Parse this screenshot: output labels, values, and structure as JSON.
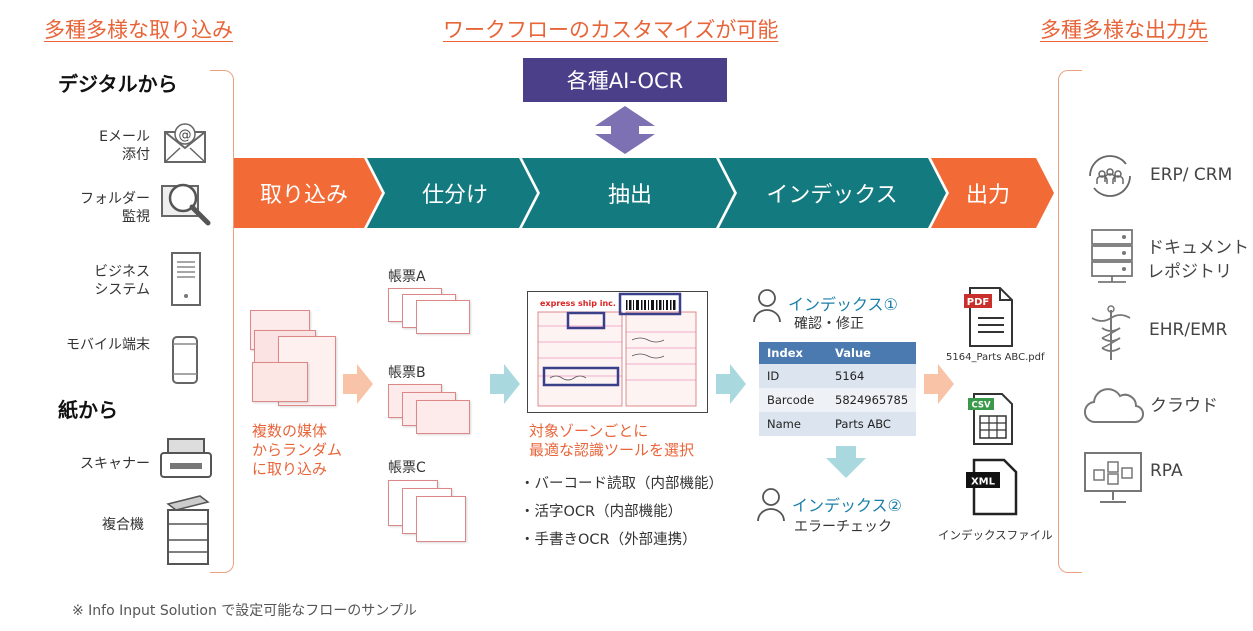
{
  "titles": {
    "input": "多種多様な取り込み",
    "workflow": "ワークフローのカスタマイズが可能",
    "output": "多種多様な出力先"
  },
  "ocr_box": "各種AI-OCR",
  "band": {
    "steps": [
      "取り込み",
      "仕分け",
      "抽出",
      "インデックス",
      "出力"
    ],
    "colors": {
      "orange": "#f26a35",
      "teal": "#137a7f",
      "purple": "#4b3f8a",
      "light_arrow_orange": "#f9c3a8",
      "light_arrow_teal": "#a9d8df"
    }
  },
  "sources": {
    "digital_heading": "デジタルから",
    "digital_items": [
      {
        "label": "Eメール\n添付",
        "icon": "email-icon"
      },
      {
        "label": "フォルダー\n監視",
        "icon": "folder-search-icon"
      },
      {
        "label": "ビジネス\nシステム",
        "icon": "server-icon"
      },
      {
        "label": "モバイル端末",
        "icon": "mobile-icon"
      }
    ],
    "paper_heading": "紙から",
    "paper_items": [
      {
        "label": "スキャナー",
        "icon": "scanner-icon"
      },
      {
        "label": "複合機",
        "icon": "mfp-icon"
      }
    ]
  },
  "capture": {
    "caption": "複数の媒体\nからランダム\nに取り込み"
  },
  "classify": {
    "forms": [
      "帳票A",
      "帳票B",
      "帳票C"
    ]
  },
  "extract": {
    "caption": "対象ゾーンごとに\n最適な認識ツールを選択",
    "bullets": [
      "・バーコード読取（内部機能）",
      "・活字OCR（内部機能）",
      "・手書きOCR（外部連携）"
    ],
    "form_brand": "express ship inc."
  },
  "index": {
    "step1_title": "インデックス①",
    "step1_sub": "確認・修正",
    "step2_title": "インデックス②",
    "step2_sub": "エラーチェック",
    "table": {
      "headers": [
        "Index",
        "Value"
      ],
      "rows": [
        [
          "ID",
          "5164"
        ],
        [
          "Barcode",
          "5824965785"
        ],
        [
          "Name",
          "Parts ABC"
        ]
      ]
    }
  },
  "outputs": {
    "pdf_icon_text": "PDF",
    "pdf_name": "5164_Parts ABC.pdf",
    "csv_icon_text": "CSV",
    "xml_icon_text": "XML",
    "index_file": "インデックスファイル"
  },
  "destinations": [
    {
      "label": "ERP/ CRM",
      "icon": "people-cycle-icon"
    },
    {
      "label": "ドキュメント\nレポジトリ",
      "icon": "server-rack-icon"
    },
    {
      "label": "EHR/EMR",
      "icon": "caduceus-icon"
    },
    {
      "label": "クラウド",
      "icon": "cloud-icon"
    },
    {
      "label": "RPA",
      "icon": "monitor-boxes-icon"
    }
  ],
  "footnote": "※ Info Input Solution で設定可能なフローのサンプル"
}
